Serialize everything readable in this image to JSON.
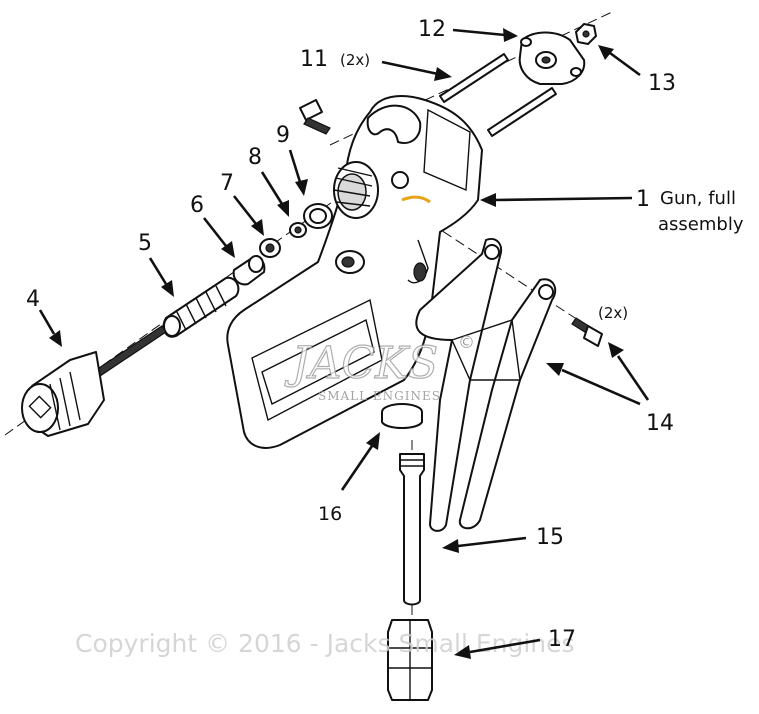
{
  "callouts": {
    "c1": {
      "number": "1",
      "description_line1": "Gun, full",
      "description_line2": "assembly"
    },
    "c4": "4",
    "c5": "5",
    "c6": "6",
    "c7": "7",
    "c8": "8",
    "c9": "9",
    "c11": {
      "number": "11",
      "qty": "(2x)"
    },
    "c12": "12",
    "c13": "13",
    "c14": {
      "number": "14",
      "qty": "(2x)"
    },
    "c15": "15",
    "c16": "16",
    "c17": "17"
  },
  "watermark": {
    "copyright": "Copyright © 2016 - Jacks Small Engines",
    "logo_text": "JACKS",
    "logo_subtext": "SMALL ENGINES",
    "logo_mark": "©"
  },
  "colors": {
    "line": "#111111",
    "accent": "#e8a317",
    "watermark": "#cccccc"
  }
}
